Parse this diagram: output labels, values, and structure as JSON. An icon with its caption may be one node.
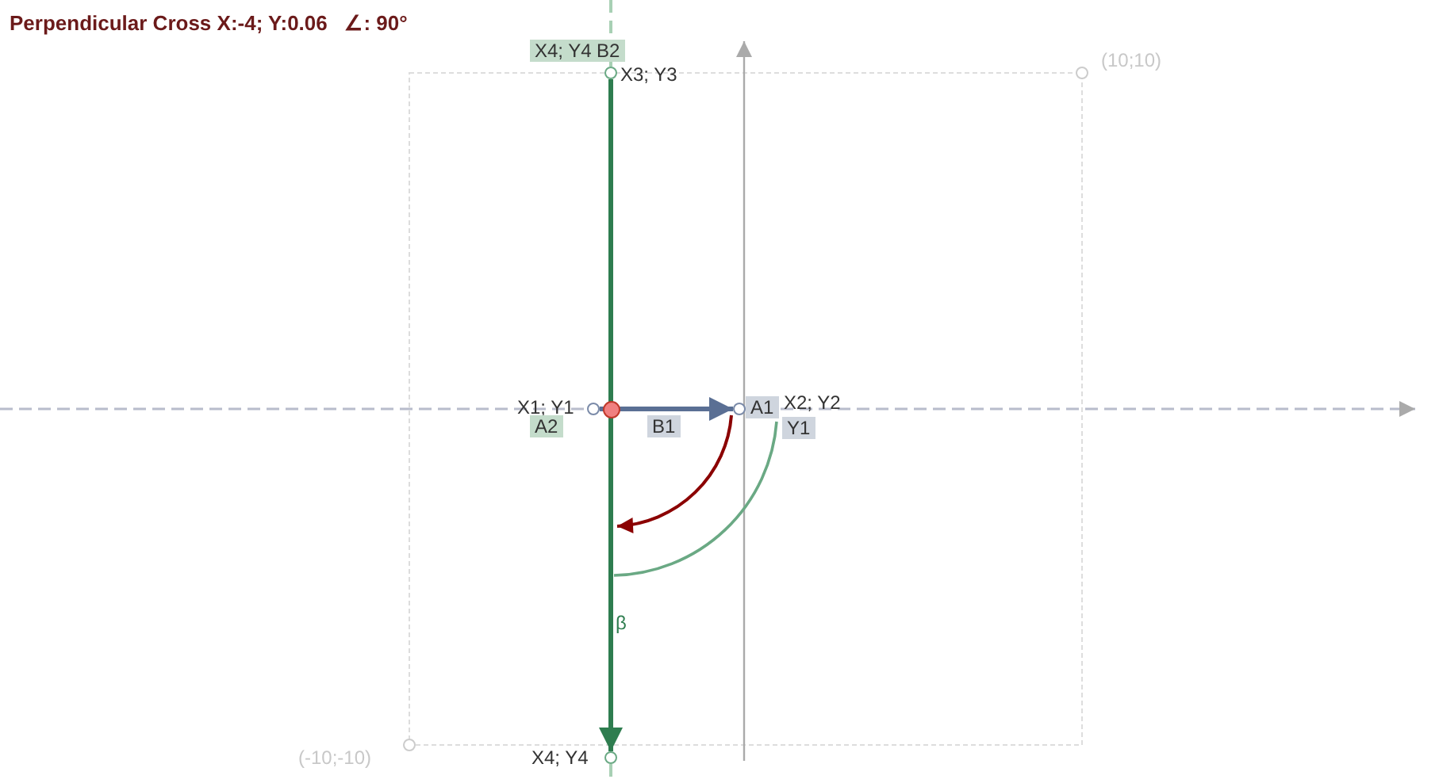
{
  "diagram": {
    "title": "Perpendicular Cross X:-4; Y:0.06   ∠: 90°",
    "nodes": [
      {
        "text": [],
        "shape": "circle",
        "beside": [
          "X3; Y3"
        ]
      },
      {
        "text": [],
        "shape": "circle",
        "beside": [
          "X4; Y4"
        ]
      },
      {
        "text": [],
        "shape": "circle",
        "beside": [
          "X1; Y1"
        ]
      },
      {
        "text": [],
        "shape": "circle",
        "beside": [
          "X2; Y2"
        ]
      },
      {
        "text": [],
        "shape": "circle"
      },
      {
        "text": [],
        "shape": "circle",
        "beside": [
          "(10;10)"
        ]
      },
      {
        "text": [],
        "shape": "circle",
        "beside": [
          "(-10;-10)"
        ]
      }
    ],
    "edges": [
      {
        "from": 0,
        "to": 1,
        "arrow": "to",
        "color": "#2e7d4f"
      },
      {
        "from": 2,
        "to": 3,
        "arrow": "to",
        "color": "#5a6f94"
      }
    ],
    "labels": [
      "X4; Y4",
      "B2",
      "A2",
      "B1",
      "A1",
      "Y1",
      "β"
    ]
  }
}
